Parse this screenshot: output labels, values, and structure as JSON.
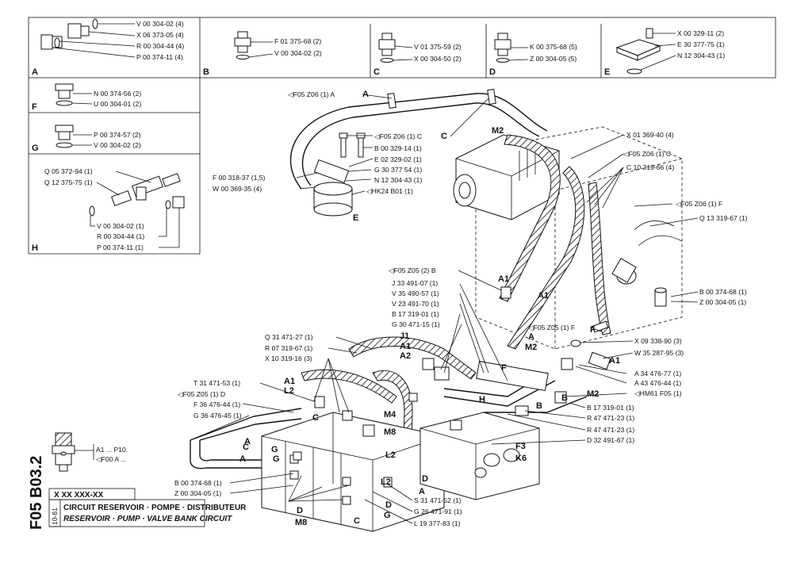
{
  "insets": {
    "A": {
      "letter": "A",
      "labels": [
        "V 00 304-02 (4)",
        "X 06 373-05 (4)",
        "R 00 304-44 (4)",
        "P 00 374-11 (4)"
      ]
    },
    "B": {
      "letter": "B",
      "labels": [
        "F 01 375-68 (2)",
        "V 00 304-02 (2)"
      ]
    },
    "C": {
      "letter": "C",
      "labels": [
        "V 01 375-59 (2)",
        "X 00 304-50 (2)"
      ]
    },
    "D": {
      "letter": "D",
      "labels": [
        "K 00 375-68 (5)",
        "Z 00 304-05 (5)"
      ]
    },
    "E": {
      "letter": "E",
      "labels": [
        "X 00 329-11 (2)",
        "E 30 377-75 (1)",
        "N 12 304-43 (1)"
      ]
    },
    "F": {
      "letter": "F",
      "labels": [
        "N 00 374-56 (2)",
        "U 00 304-01 (2)"
      ]
    },
    "G": {
      "letter": "G",
      "labels": [
        "P 00 374-57 (2)",
        "V 00 304-02 (2)"
      ]
    },
    "H": {
      "letter": "H",
      "labels": [
        "Q 05 372-94 (1)",
        "Q 12 375-75 (1)",
        "V 00 304-02 (1)",
        "R 00 304-44 (1)",
        "P 00 374-11 (1)"
      ]
    }
  },
  "main_labels": [
    "◁F05 Z06 (1) A",
    "◁F05 Z06 (1) C",
    "B 00 329-14 (1)",
    "E 02 329-02 (1)",
    "G 30 377 54 (1)",
    "N 12 304-43 (1)",
    "F 00 318-37 (1,5)",
    "W 00 369-35 (4)",
    "◁HK24 B01 (1)",
    "X 01 369-40 (4)",
    "◁F05 Z06 (1) C",
    "C 10 319-66 (4)",
    "◁F05 Z06 (1) F",
    "Q 13 319-67 (1)",
    "◁F05 Z05 (2) B",
    "J 33 491-07 (1)",
    "V 35 490-57 (1)",
    "V 23 491-70 (1)",
    "B 17 319-01 (1)",
    "G 30 471-15 (1)",
    "B 00 374-68 (1)",
    "Z 00 304-05 (1)",
    "◁F05 Z05 (1) F",
    "X 09 338-90 (3)",
    "W 35 287-95 (3)",
    "Q 31 471-27 (1)",
    "R 07 319-67 (1)",
    "X 10 319-16 (3)",
    "A 34 476-77 (1)",
    "A 43 476-44 (1)",
    "◁HM61 F05 (1)",
    "T 31 471-53 (1)",
    "◁F05 Z05 (1) D",
    "F 36 476-44 (1)",
    "G 36 476-45 (1)",
    "B 17 319-01 (1)",
    "R 47 471-23 (1)",
    "R 47 471-23 (1)",
    "D 32 491-67 (1)",
    "B 00 374-68 (1)",
    "Z 00 304-05 (1)",
    "S 31 471-52 (1)",
    "G 26 471-91 (1)",
    "L 19 377-83 (1)"
  ],
  "callouts": [
    "A",
    "M2",
    "C",
    "A1",
    "E",
    "A1",
    "J1",
    "A1",
    "A2",
    "A1",
    "L2",
    "M4",
    "M8",
    "L2",
    "A",
    "D",
    "A",
    "C",
    "G",
    "B",
    "H",
    "F",
    "A",
    "M2",
    "A1",
    "M2",
    "F3",
    "K6",
    "D",
    "M8",
    "C",
    "G",
    "D",
    "L2",
    "F",
    "B",
    "C",
    "A",
    "G"
  ],
  "legend": {
    "code": "A1 ... P10.",
    "ref": "◁F00 A ..."
  },
  "title_block": {
    "part_number": "X XX XXX-XX",
    "title_fr": "CIRCUIT RESERVOIR · POMPE · DISTRIBUTEUR",
    "title_en": "RESERVOIR · PUMP · VALVE BANK CIRCUIT",
    "date_code": "10-81",
    "vertical_code": "F05 B03.2"
  },
  "colors": {
    "ink": "#111111",
    "paper": "#ffffff"
  }
}
